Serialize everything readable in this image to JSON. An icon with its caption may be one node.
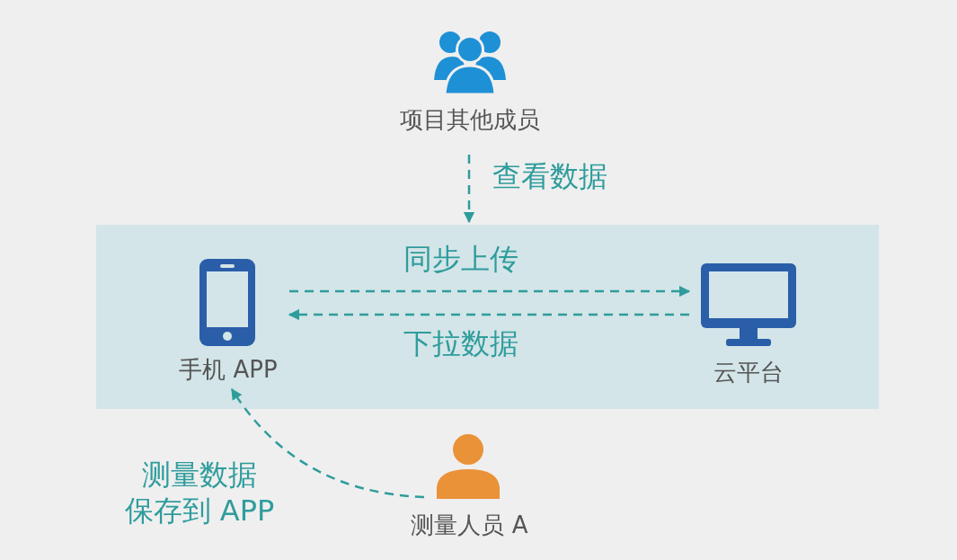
{
  "diagram": {
    "nodes": [
      {
        "text": [
          "项目其他成员"
        ]
      },
      {
        "text": [],
        "shape": "box"
      },
      {
        "text": [
          "手机 APP"
        ],
        "in": 1
      },
      {
        "text": [
          "云平台"
        ],
        "in": 1
      },
      {
        "text": [
          "测量人员 A"
        ]
      }
    ],
    "edges": [
      {
        "from": 0,
        "to": 1,
        "arrow": "to",
        "label": "查看数据",
        "style": "dashed"
      },
      {
        "from": 2,
        "to": 3,
        "arrow": "to",
        "label": "同步上传",
        "style": "dashed"
      },
      {
        "from": 3,
        "to": 2,
        "arrow": "to",
        "label": "下拉数据",
        "style": "dashed"
      },
      {
        "from": 4,
        "to": 2,
        "arrow": "to",
        "label": "测量数据保存到 APP",
        "style": "dashed"
      }
    ]
  }
}
